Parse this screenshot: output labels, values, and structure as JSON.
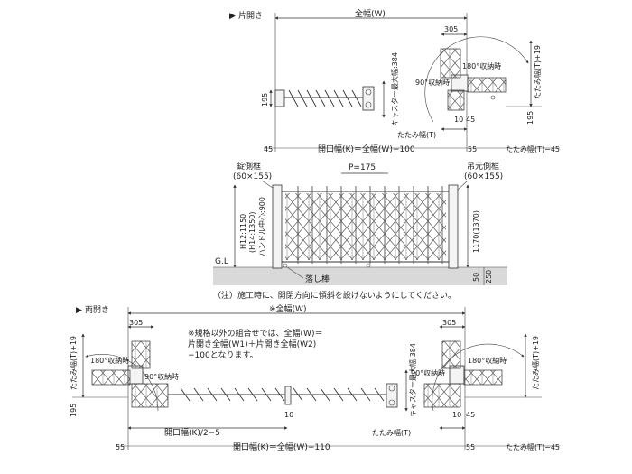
{
  "section_single": {
    "title": "片開き",
    "total_width": "全幅(W)",
    "fold_305": "305",
    "fold_180": "180°収納時",
    "fold_90": "90°収納時",
    "caster": "キャスター最大幅:384",
    "height_195": "195",
    "dim_10": "10",
    "dim_45": "45",
    "folded_width": "たたみ幅(T)",
    "fold_plus": "たたみ幅(T)+19",
    "left_45": "45",
    "opening": "開口幅(K)＝全幅(W)−100",
    "right_55": "55",
    "fold_minus": "たたみ幅(T)−45",
    "right_195": "195"
  },
  "elevation": {
    "lock_frame": "錠側框",
    "lock_frame_size": "(60×155)",
    "pitch": "P=175",
    "hinge_frame": "吊元側框",
    "hinge_frame_size": "(60×155)",
    "height_left": "H12:1150",
    "height_left2": "(H14:1350)",
    "handle": "ハンドル中心:900",
    "height_right": "1170(1370)",
    "gl": "G.L",
    "drop_rod": "落し棒",
    "dim_50": "50",
    "dim_250": "250",
    "note": "（注）施工時に、開閉方向に傾斜を設けないようにしてください。"
  },
  "section_double": {
    "title": "両開き",
    "total_width": "※全幅(W)",
    "fold_305_left": "305",
    "fold_305_right": "305",
    "note_line1": "※規格以外の組合せでは、全幅(W)＝",
    "note_line2": "片開き全幅(W1)＋片開き全幅(W2)",
    "note_line3": "−100となります。",
    "fold_plus_left": "たたみ幅(T)+19",
    "fold_plus_right": "たたみ幅(T)+19",
    "fold_180_left": "180°収納時",
    "fold_180_right": "180°収納時",
    "fold_90_left": "90°収納時",
    "fold_90_right": "90°収納時",
    "caster": "キャスター最大幅:384",
    "height_195": "195",
    "dim_10a": "10",
    "dim_10b": "10",
    "dim_45": "45",
    "folded_width": "たたみ幅(T)",
    "half_opening": "開口幅(K)/2−5",
    "left_55": "55",
    "opening": "開口幅(K)＝全幅(W)−110",
    "right_55": "55",
    "fold_minus": "たたみ幅(T)−45"
  }
}
